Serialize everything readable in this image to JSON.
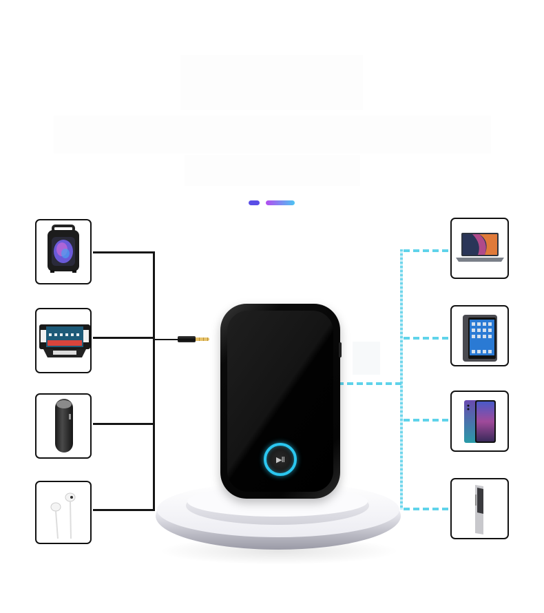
{
  "header": {
    "title": "",
    "subtitle": "",
    "pager": {
      "dots": [
        {
          "state": "inactive",
          "color": "#5a4ee6"
        },
        {
          "state": "active",
          "gradient_from": "#b44cf0",
          "gradient_to": "#4cc4f2"
        }
      ]
    }
  },
  "diagram": {
    "center_device": {
      "name": "bluetooth-audio-transceiver",
      "button_icon": "play-pause-icon",
      "button_glyph": "▶II",
      "ring_color": "#2bc7f0",
      "body_color": "#050505"
    },
    "wired_side": {
      "connection": "3.5mm-aux-cable",
      "line_color": "#151515",
      "devices": [
        {
          "id": "portable-speaker",
          "icon": "party-speaker-icon"
        },
        {
          "id": "car-stereo",
          "icon": "car-head-unit-icon"
        },
        {
          "id": "cylinder-speaker",
          "icon": "bluetooth-speaker-icon"
        },
        {
          "id": "earphones",
          "icon": "earphones-icon"
        }
      ]
    },
    "wireless_side": {
      "connection": "bluetooth",
      "line_color": "#5fd3ea",
      "devices": [
        {
          "id": "laptop",
          "icon": "laptop-icon"
        },
        {
          "id": "tablet",
          "icon": "tablet-icon"
        },
        {
          "id": "smartphone",
          "icon": "smartphone-icon"
        },
        {
          "id": "music-player",
          "icon": "mp3-player-icon"
        }
      ]
    }
  }
}
